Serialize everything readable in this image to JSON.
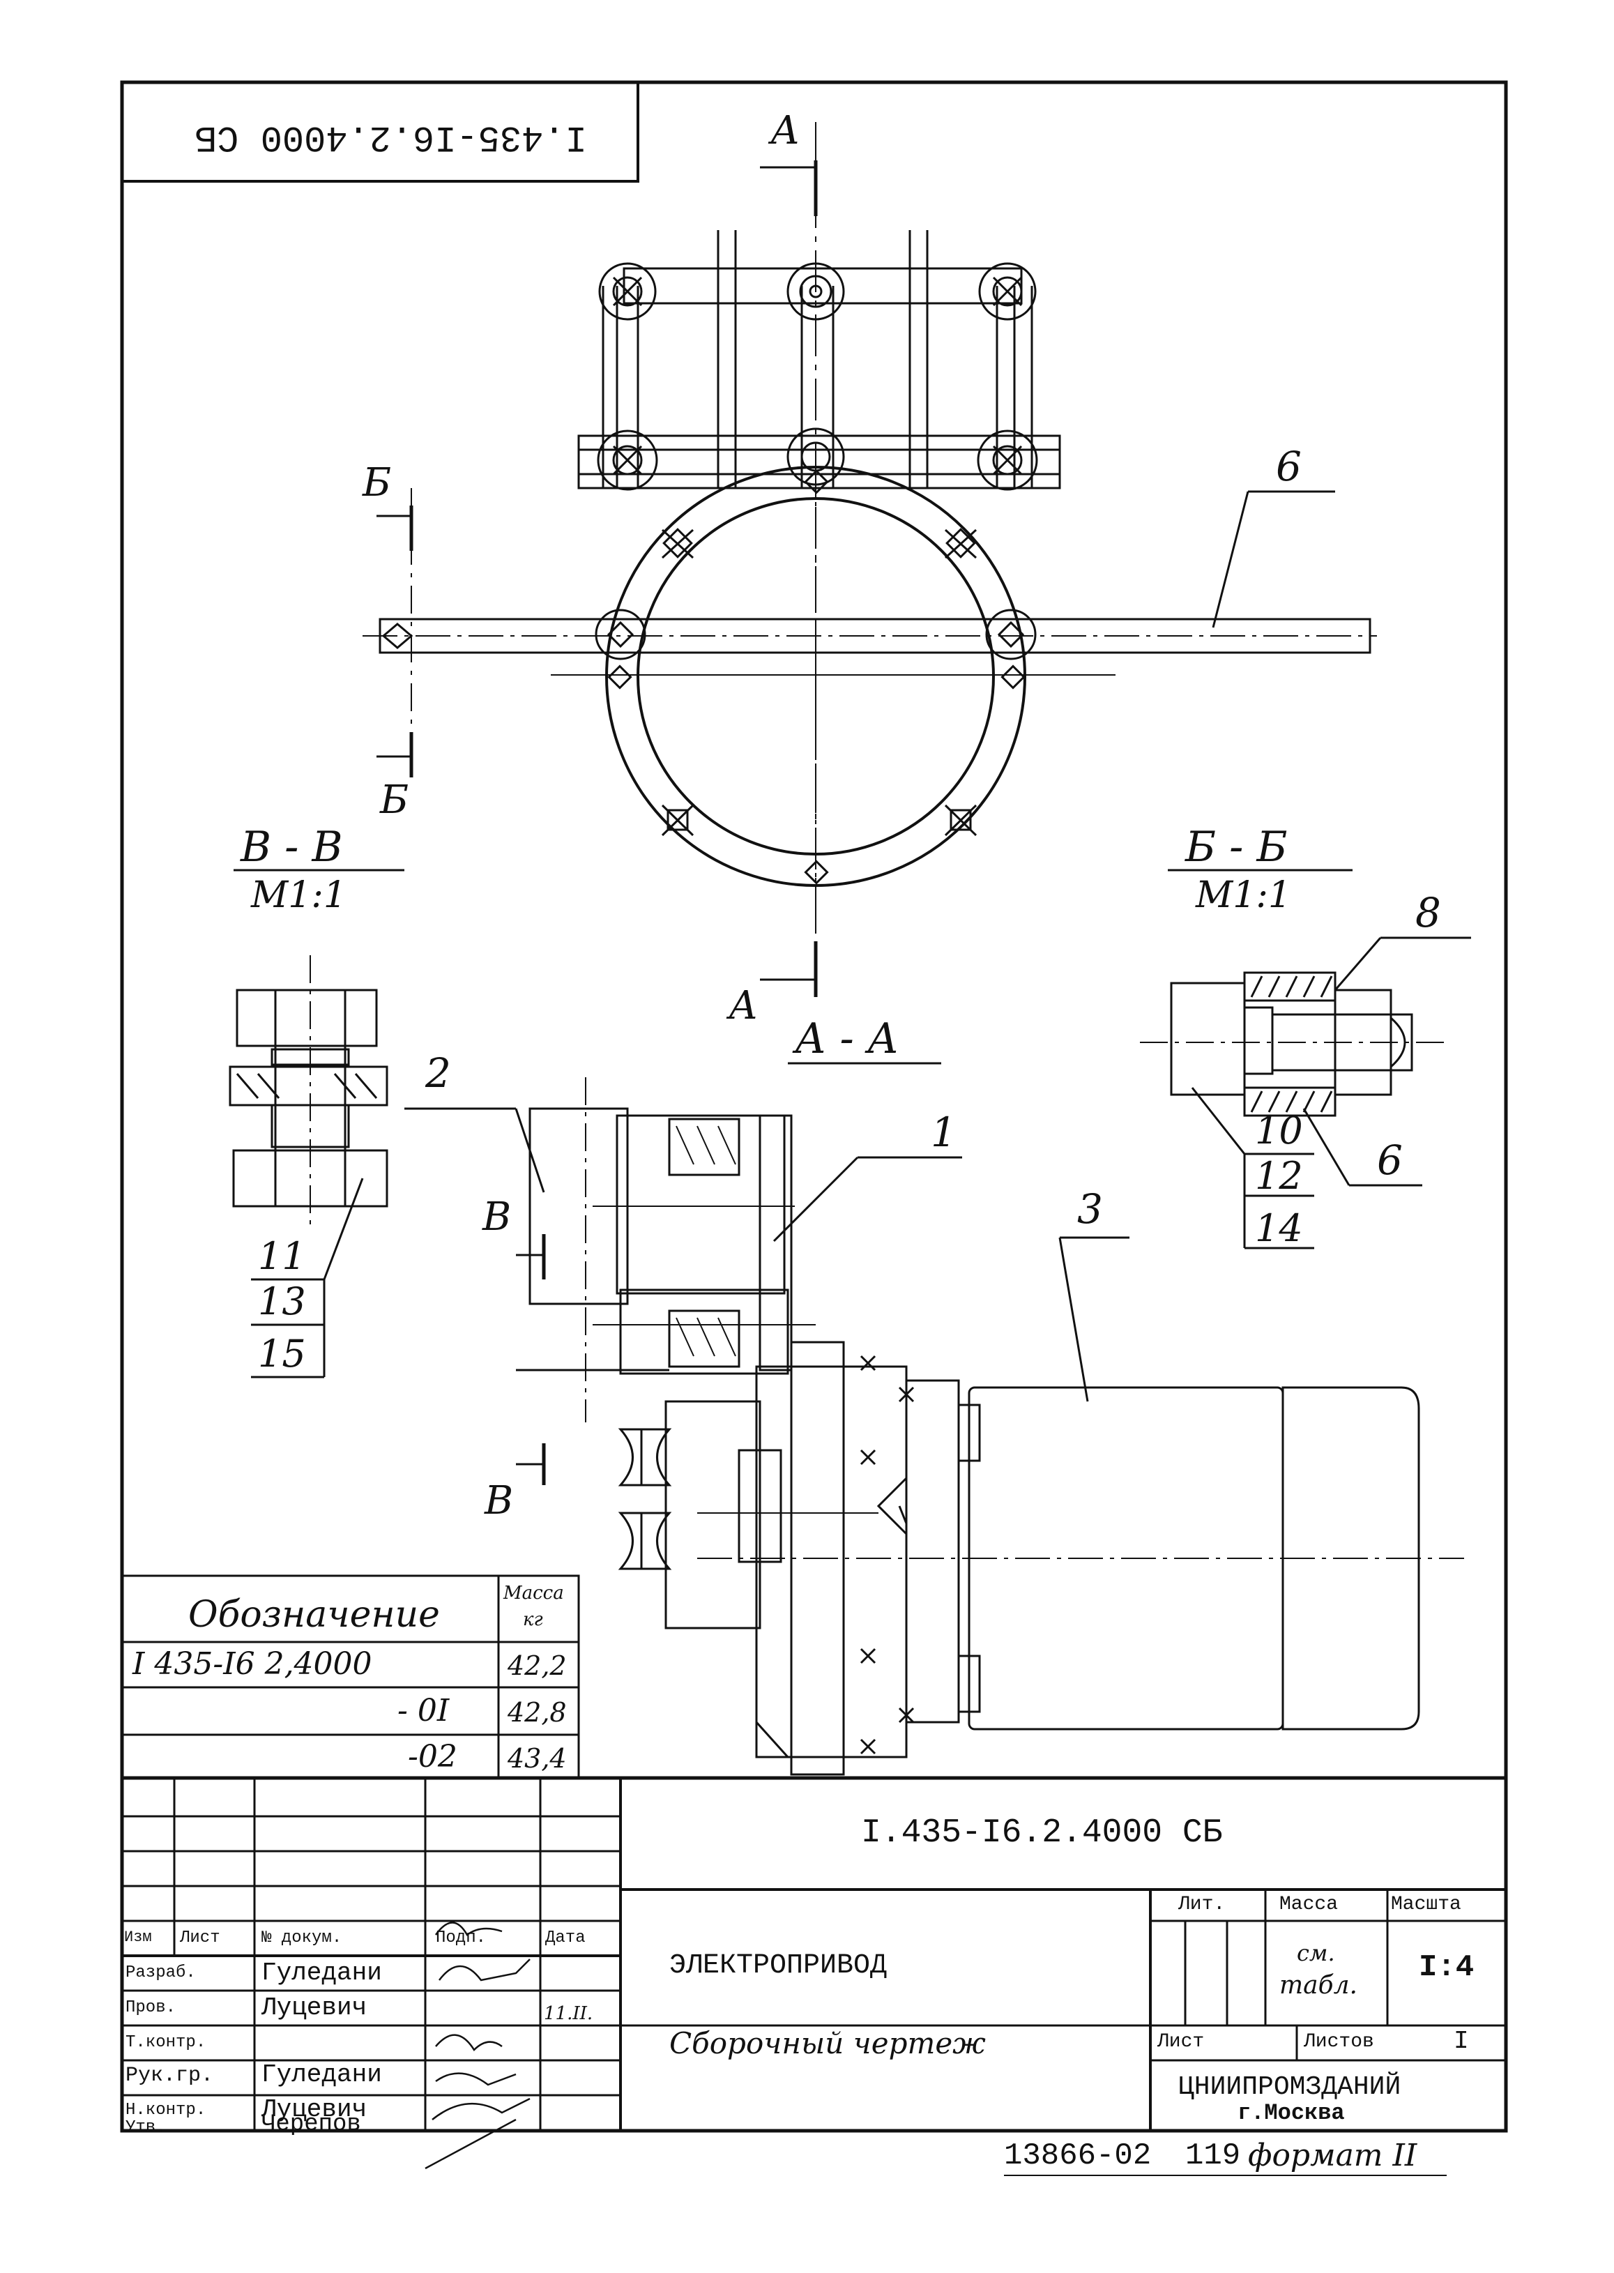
{
  "stamp_top": "I.435-I6.2.4000 СБ",
  "sections": {
    "a_top": "А",
    "a_bottom": "А",
    "b_top": "Б",
    "b_bottom": "Б",
    "v_top": "В",
    "v_bottom": "В",
    "view_aa": "А - А",
    "view_vv": "В - В",
    "view_vv_scale": "М1:1",
    "view_bb": "Б - Б",
    "view_bb_scale": "М1:1"
  },
  "callouts": {
    "c1": "1",
    "c2": "2",
    "c3": "3",
    "c6_top": "6",
    "c6_detail": "6",
    "c8": "8",
    "c10": "10",
    "c11": "11",
    "c12": "12",
    "c13": "13",
    "c14": "14",
    "c15": "15"
  },
  "variants_table": {
    "header_name": "Обозначение",
    "header_mass": "Масса",
    "header_mass_unit": "кг",
    "rows": [
      {
        "name": "I 435-I6 2,4000",
        "mass": "42,2"
      },
      {
        "name": "- 0I",
        "mass": "42,8"
      },
      {
        "name": "-02",
        "mass": "43,4"
      }
    ]
  },
  "title_block": {
    "doc_number": "I.435-I6.2.4000 СБ",
    "product_name": "ЭЛЕКТРОПРИВОД",
    "doc_type": "Сборочный чертеж",
    "col_izm": "Изм",
    "col_list": "Лист",
    "col_doc": "№ докум.",
    "col_sign": "Подп.",
    "col_date": "Дата",
    "roles": [
      {
        "role": "Разраб.",
        "name": "Гуледани"
      },
      {
        "role": "Пров.",
        "name": "Луцевич"
      },
      {
        "role": "Т.контр.",
        "name": ""
      },
      {
        "role": "Рук.гр.",
        "name": "Гуледани"
      },
      {
        "role": "Н.контр.",
        "name": "Луцевич"
      },
      {
        "role": "Утв.",
        "name": "Черепов"
      }
    ],
    "date_value": "11.II.",
    "lit_label": "Лит.",
    "mass_label": "Масса",
    "scale_label": "Масшта",
    "mass_value_line1": "см.",
    "mass_value_line2": "табл.",
    "scale_value": "I:4",
    "sheet_label": "Лист",
    "sheets_label": "Листов",
    "sheets_value": "I",
    "org_name": "ЦНИИПРОМЗДАНИЙ",
    "org_city": "г.Москва"
  },
  "footer": {
    "archive_number": "13866-02",
    "page_number": "119",
    "format": "формат II"
  }
}
